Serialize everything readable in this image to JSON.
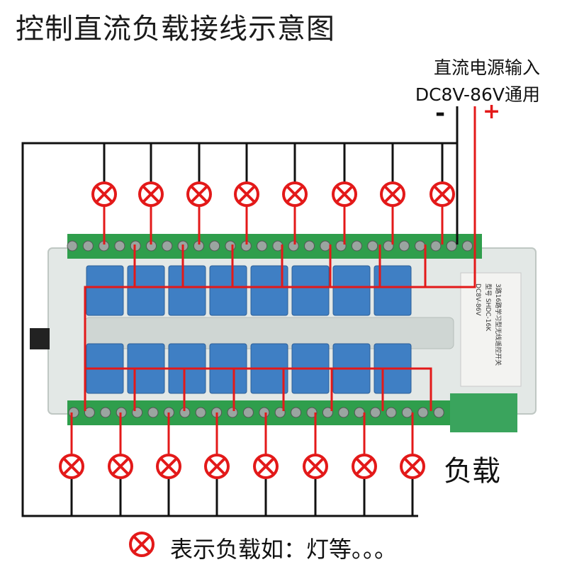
{
  "title": "控制直流负载接线示意图",
  "power_input": {
    "line1": "直流电源输入",
    "line2": "DC8V-86V通用",
    "minus": "-",
    "plus": "+"
  },
  "load_label": "负载",
  "legend": "表示负载如：灯等。。。",
  "colors": {
    "wire_black": "#111111",
    "wire_red": "#e31919",
    "load_symbol": "#e31919",
    "board_green": "#36a35a",
    "terminal_green": "#2f9e4c",
    "relay_blue": "#3f7fc4",
    "case": "#dfe5e2"
  },
  "board": {
    "label_lines": [
      "3路16路学习型无线遥控开关",
      "型号 SHDC-16K",
      "DC8V-86V"
    ]
  }
}
